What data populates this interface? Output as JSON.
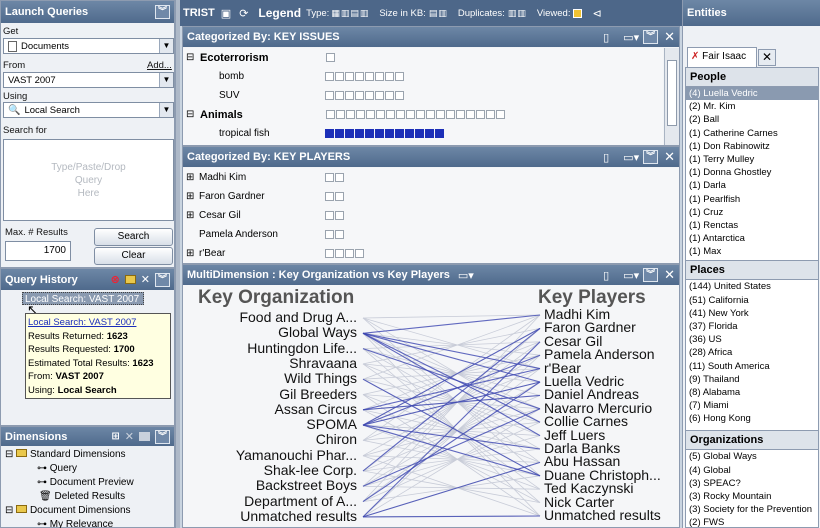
{
  "launch": {
    "title": "Launch Queries",
    "get_label": "Get",
    "get_value": "Documents",
    "from_label": "From",
    "add_link": "Add...",
    "from_value": "VAST 2007",
    "using_label": "Using",
    "using_value": "Local Search",
    "search_for_label": "Search for",
    "search_placeholder": "Type/Paste/Drop\nQuery\nHere",
    "max_label": "Max. # Results",
    "max_value": "1700",
    "search_button": "Search",
    "clear_button": "Clear"
  },
  "history": {
    "title": "Query History",
    "item": "Local Search: VAST 2007",
    "tooltip": {
      "link": "Local Search: VAST 2007",
      "returned_label": "Results Returned:",
      "returned": "1623",
      "requested_label": "Results Requested:",
      "requested": "1700",
      "estimated_label": "Estimated Total Results:",
      "estimated": "1623",
      "from_label": "From:",
      "from": "VAST 2007",
      "using_label": "Using:",
      "using": "Local Search"
    }
  },
  "dimensions": {
    "title": "Dimensions",
    "items": [
      "Standard Dimensions",
      "Query",
      "Document Preview",
      "Deleted Results",
      "Document Dimensions",
      "My Relevance"
    ]
  },
  "toolbar": {
    "app": "TRIST",
    "legend": "Legend",
    "type_label": "Type:",
    "size_label": "Size in KB:",
    "dup_label": "Duplicates:",
    "viewed_label": "Viewed:"
  },
  "key_issues": {
    "title": "Categorized By:  KEY ISSUES",
    "rows": [
      "Ecoterrorism",
      "bomb",
      "SUV",
      "Animals",
      "tropical fish"
    ]
  },
  "key_players": {
    "title": "Categorized By:  KEY PLAYERS",
    "rows": [
      "Madhi Kim",
      "Faron Gardner",
      "Cesar Gil",
      "Pamela Anderson",
      "r'Bear"
    ]
  },
  "multidim": {
    "title": "MultiDimension : Key Organization vs Key Players",
    "left_heading": "Key Organization",
    "right_heading": "Key Players",
    "orgs": [
      "Food and Drug A...",
      "Global  Ways",
      "Huntingdon Life...",
      "Shravaana",
      "Wild Things",
      "Gil Breeders",
      "Assan Circus",
      "SPOMA",
      "Chiron",
      "Yamanouchi Phar...",
      "Shak-lee Corp.",
      "Backstreet Boys",
      "Department of A...",
      "Unmatched results"
    ],
    "players": [
      "Madhi Kim",
      "Faron Gardner",
      "Cesar Gil",
      "Pamela Anderson",
      "r'Bear",
      "Luella Vedric",
      "Daniel Andreas",
      "Navarro Mercurio",
      "Collie Carnes",
      "Jeff Luers",
      "Darla Banks",
      "Abu Hassan",
      "Duane Christoph...",
      "Ted Kaczynski",
      "Nick Carter",
      "Unmatched results"
    ]
  },
  "entities": {
    "title": "Entities",
    "tab": "Fair Isaac",
    "people_title": "People",
    "people": [
      "(4) Luella Vedric",
      "(2) Mr. Kim",
      "(2) Ball",
      "(1) Catherine Carnes",
      "(1) Don Rabinowitz",
      "(1) Terry Mulley",
      "(1) Donna Ghostley",
      "(1) Darla",
      "(1) Pearlfish",
      "(1) Cruz",
      "(1) Renctas",
      "(1) Antarctica",
      "(1) Max"
    ],
    "places_title": "Places",
    "places": [
      "(144) United States",
      "(51) California",
      "(41) New York",
      "(37) Florida",
      "(36) US",
      "(28) Africa",
      "(11) South America",
      "(9) Thailand",
      "(8) Alabama",
      "(7) Miami",
      "(6) Hong Kong"
    ],
    "orgs_title": "Organizations",
    "orgs": [
      "(5) Global Ways",
      "(4) Global",
      "(3) SPEAC?",
      "(3) Rocky Mountain",
      "(3) Society for the Prevention",
      "(2) FWS"
    ]
  },
  "colors": {
    "header": "#5a7597",
    "selection": "#8a9ab0",
    "bar_on": "#1c2fb8",
    "line": "#3b45b0"
  }
}
